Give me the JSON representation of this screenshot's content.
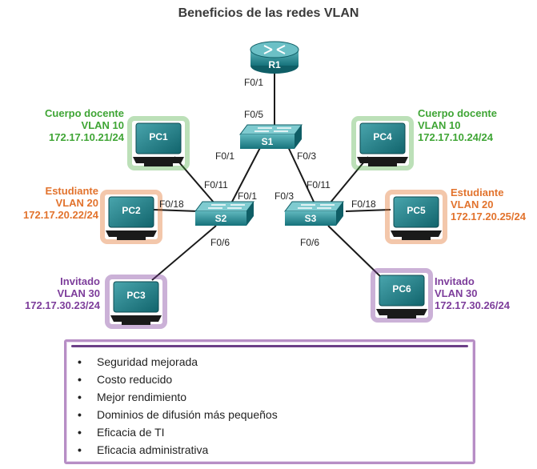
{
  "title": "Beneficios de las redes VLAN",
  "devices": {
    "r1": "R1",
    "s1": "S1",
    "s2": "S2",
    "s3": "S3",
    "pc1": "PC1",
    "pc2": "PC2",
    "pc3": "PC3",
    "pc4": "PC4",
    "pc5": "PC5",
    "pc6": "PC6"
  },
  "ports": {
    "r1_f01": "F0/1",
    "s1_f05": "F0/5",
    "s1_f01": "F0/1",
    "s1_f03": "F0/3",
    "s2_f011": "F0/11",
    "s2_f01": "F0/1",
    "s2_f018": "F0/18",
    "s2_f06": "F0/6",
    "s3_f03": "F0/3",
    "s3_f011": "F0/11",
    "s3_f018": "F0/18",
    "s3_f06": "F0/6"
  },
  "hosts": {
    "pc1": {
      "group": "Cuerpo docente",
      "vlan": "VLAN 10",
      "ip": "172.17.10.21/24"
    },
    "pc2": {
      "group": "Estudiante",
      "vlan": "VLAN 20",
      "ip": "172.17.20.22/24"
    },
    "pc3": {
      "group": "Invitado",
      "vlan": "VLAN 30",
      "ip": "172.17.30.23/24"
    },
    "pc4": {
      "group": "Cuerpo docente",
      "vlan": "VLAN 10",
      "ip": "172.17.10.24/24"
    },
    "pc5": {
      "group": "Estudiante",
      "vlan": "VLAN 20",
      "ip": "172.17.20.25/24"
    },
    "pc6": {
      "group": "Invitado",
      "vlan": "VLAN 30",
      "ip": "172.17.30.26/24"
    }
  },
  "benefits": [
    "Seguridad mejorada",
    "Costo reducido",
    "Mejor rendimiento",
    "Dominios de difusión más pequeños",
    "Eficacia de TI",
    "Eficacia administrativa"
  ],
  "colors": {
    "vlan10": "#3fa535",
    "vlan20": "#e2732d",
    "vlan30": "#7d3d9b",
    "device": "#1f8a93",
    "link": "#1a1a1a"
  }
}
